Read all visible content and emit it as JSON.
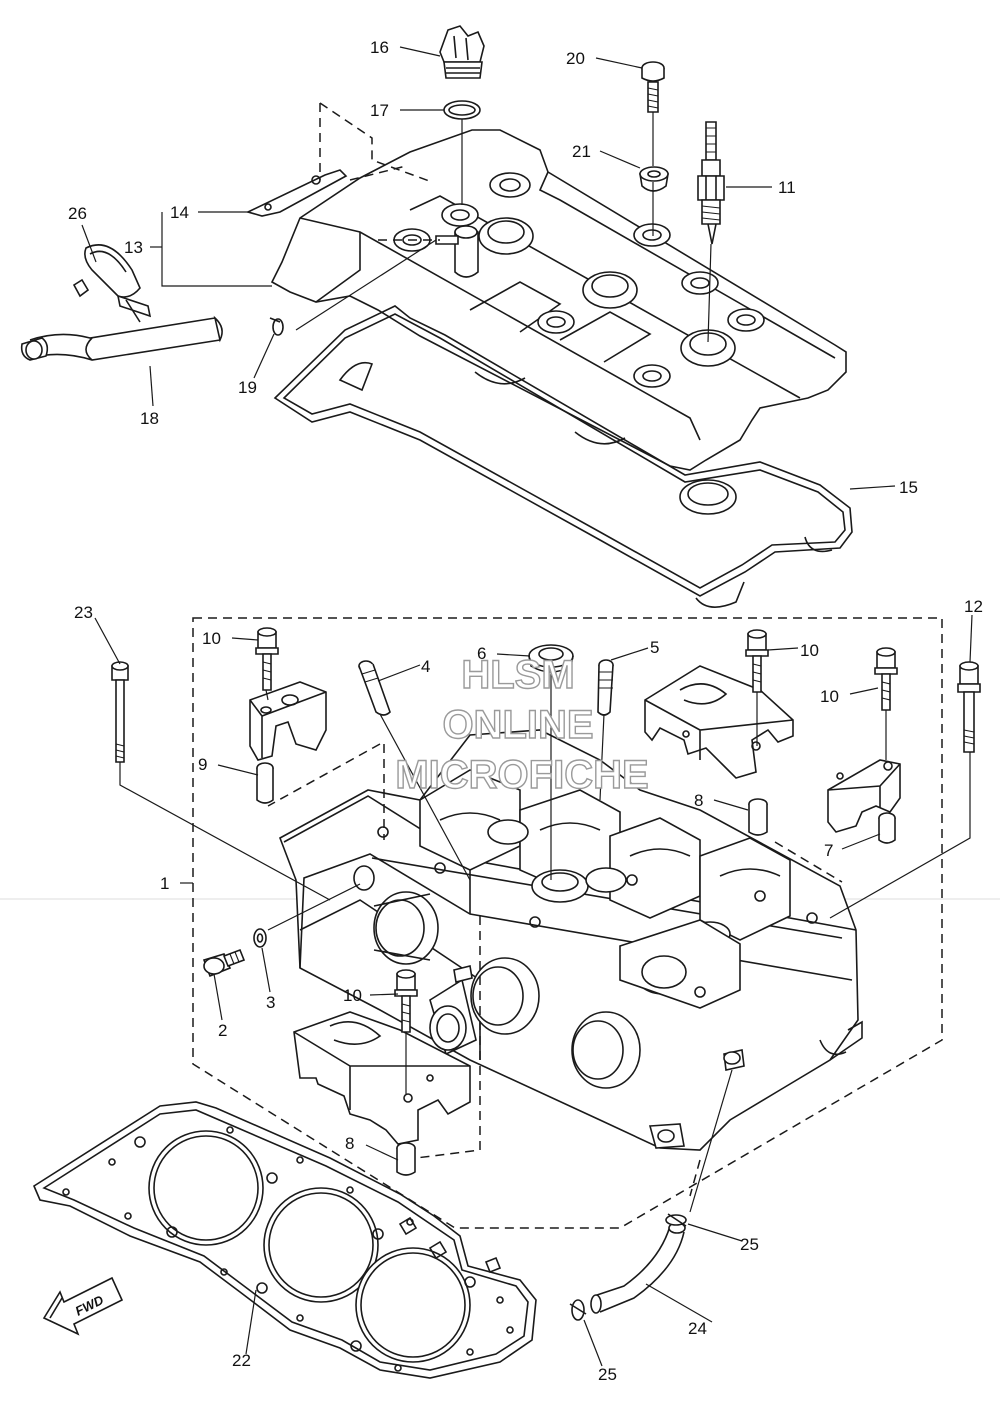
{
  "callouts": {
    "c1": "1",
    "c2": "2",
    "c3": "3",
    "c4": "4",
    "c5": "5",
    "c6": "6",
    "c7": "7",
    "c8a": "8",
    "c8b": "8",
    "c9": "9",
    "c10a": "10",
    "c10b": "10",
    "c10c": "10",
    "c10d": "10",
    "c11": "11",
    "c12": "12",
    "c13": "13",
    "c14": "14",
    "c15": "15",
    "c16": "16",
    "c17": "17",
    "c18": "18",
    "c19": "19",
    "c20": "20",
    "c21": "21",
    "c22": "22",
    "c23": "23",
    "c24": "24",
    "c25a": "25",
    "c25b": "25",
    "c26": "26"
  },
  "watermark": {
    "line1": "HLSM",
    "line2": "ONLINE",
    "line3": "MICROFICHE"
  },
  "direction_badge": "FWD",
  "colors": {
    "line": "#1a1a1a",
    "background": "#ffffff",
    "watermark_outline": "#9a9a9a"
  }
}
